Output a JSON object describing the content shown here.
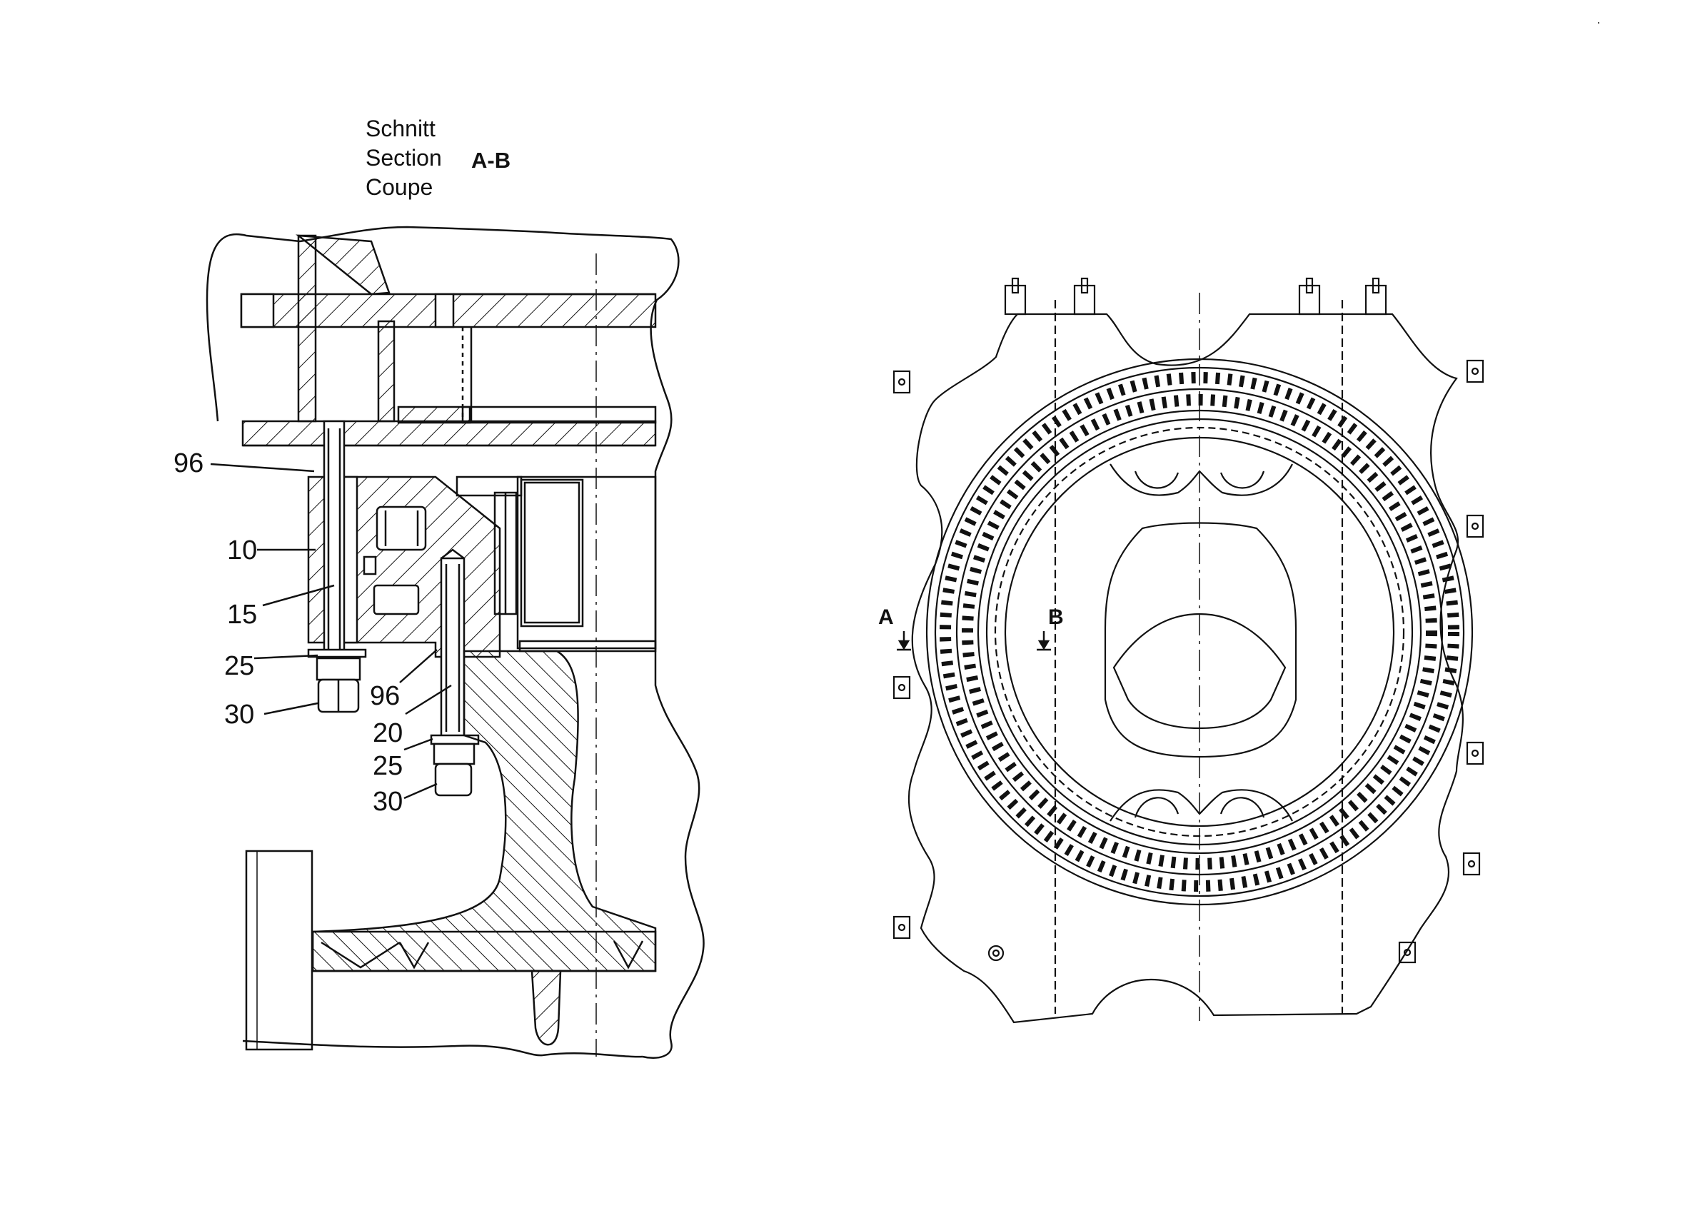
{
  "title": {
    "line1": "Schnitt",
    "line2": "Section",
    "line3": "Coupe",
    "section_id": "A-B"
  },
  "callouts": {
    "c96_top": "96",
    "c10": "10",
    "c15": "15",
    "c25_left": "25",
    "c30_left": "30",
    "c96_mid": "96",
    "c20": "20",
    "c25_mid": "25",
    "c30_mid": "30"
  },
  "plan_view": {
    "cut_a": "A",
    "cut_b": "B"
  },
  "colors": {
    "ink": "#111111",
    "paper": "#ffffff"
  }
}
